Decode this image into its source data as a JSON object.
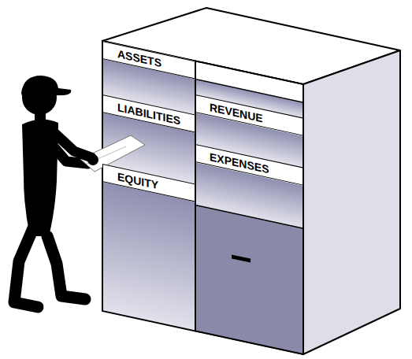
{
  "diagram": {
    "nodes": [
      {
        "text": [
          "ASSETS"
        ]
      },
      {
        "text": [
          "REVENUE"
        ]
      },
      {
        "text": [
          "LIABILITIES"
        ]
      },
      {
        "text": [
          "EXPENSES"
        ]
      },
      {
        "text": [
          "EQUITY"
        ]
      }
    ]
  }
}
